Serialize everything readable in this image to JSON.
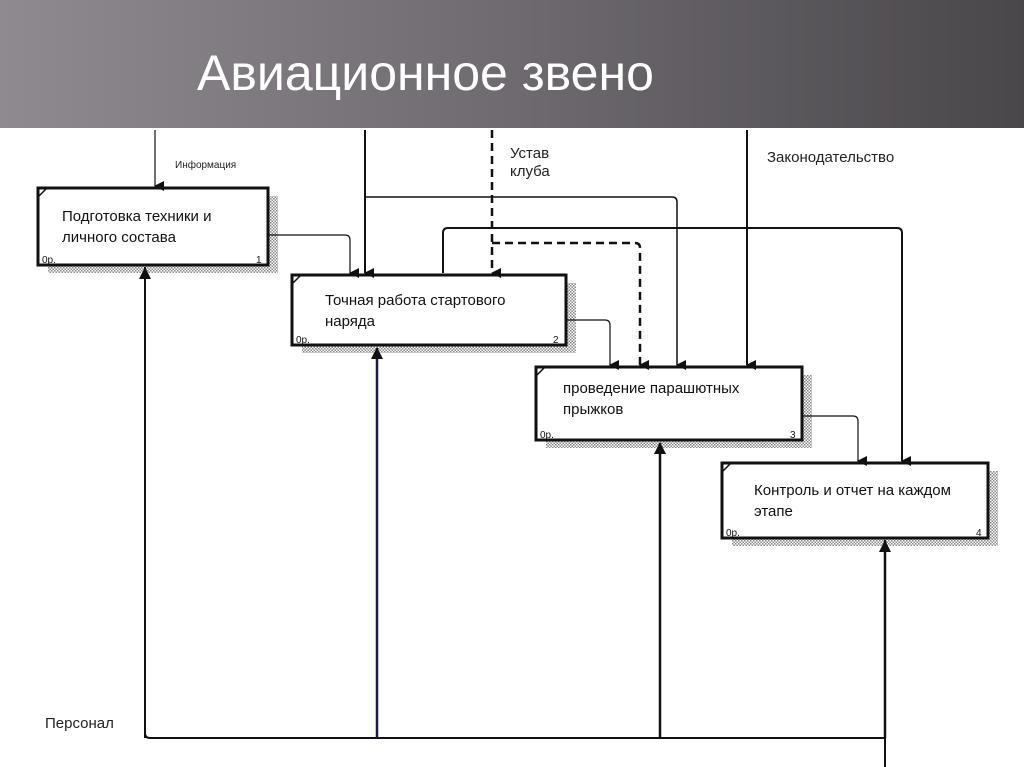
{
  "title": "Авиационное звено",
  "boxes": [
    {
      "text": "Подготовка техники и личного состава",
      "cost": "0р.",
      "number": "1"
    },
    {
      "text": "Точная работа стартового наряда",
      "cost": "0р.",
      "number": "2"
    },
    {
      "text": "проведение парашютных прыжков",
      "cost": "0р.",
      "number": "3"
    },
    {
      "text": "Контроль и отчет на каждом этапе",
      "cost": "0р.",
      "number": "4"
    }
  ],
  "arrows": {
    "info": "Информация",
    "charter": "Устав клуба",
    "law": "Законодательство",
    "staff": "Персонал"
  }
}
